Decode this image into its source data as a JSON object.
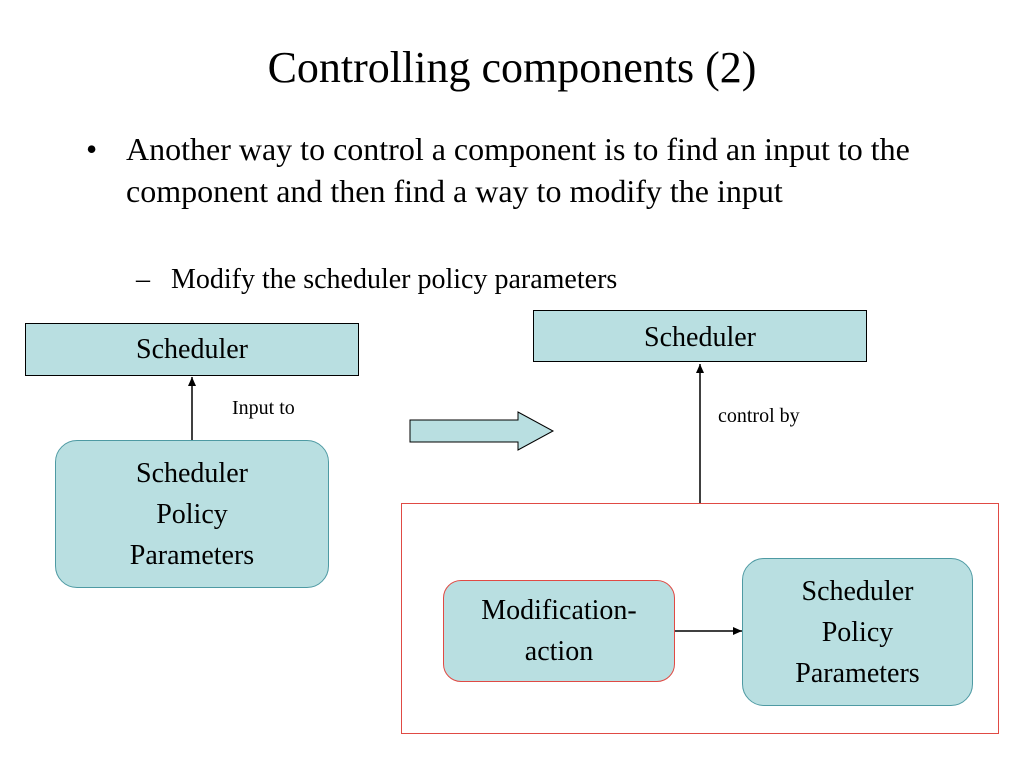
{
  "title": "Controlling components (2)",
  "bullet": {
    "marker": "•",
    "text": "Another way to control a component is to find an input to the component and then find a way to modify the input"
  },
  "sub_bullet": {
    "marker": "–",
    "text": "Modify the scheduler policy parameters"
  },
  "left_diagram": {
    "scheduler_label": "Scheduler",
    "edge_label": "Input to",
    "parameters_label": [
      "Scheduler",
      "Policy",
      "Parameters"
    ]
  },
  "right_diagram": {
    "scheduler_label": "Scheduler",
    "edge_label": "control by",
    "action_label": [
      "Modification-",
      "action"
    ],
    "parameters_label": [
      "Scheduler",
      "Policy",
      "Parameters"
    ]
  },
  "colors": {
    "box_fill": "#b9dfe1",
    "teal_border": "#4e9aa3",
    "red_border": "#e04a44"
  }
}
